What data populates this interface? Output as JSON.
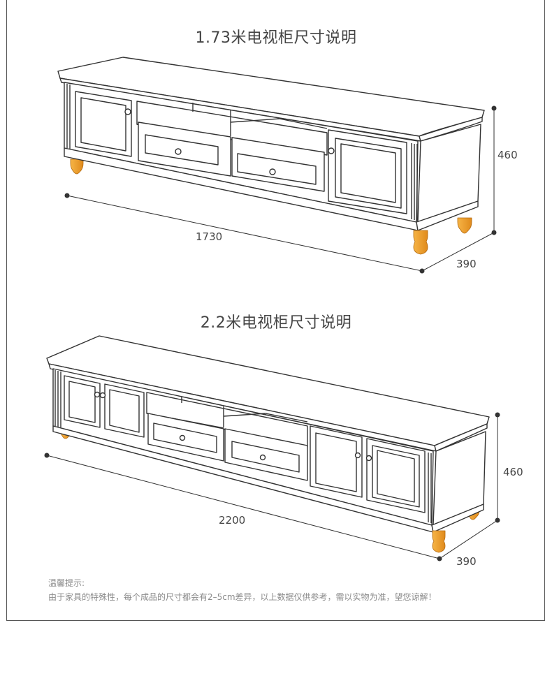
{
  "section1": {
    "title": "1.73米电视柜尺寸说明",
    "height": "460",
    "length": "1730",
    "depth": "390"
  },
  "section2": {
    "title": "2.2米电视柜尺寸说明",
    "height": "460",
    "length": "2200",
    "depth": "390"
  },
  "tips": {
    "heading": "温馨提示:",
    "body": "由于家具的特殊性，每个成品的尺寸都会有2–5cm差异，以上数据仅供参考，需以实物为准，望您谅解！"
  },
  "colors": {
    "line": "#333333",
    "leg": "#f0a030",
    "leg_shade": "#d98414"
  }
}
